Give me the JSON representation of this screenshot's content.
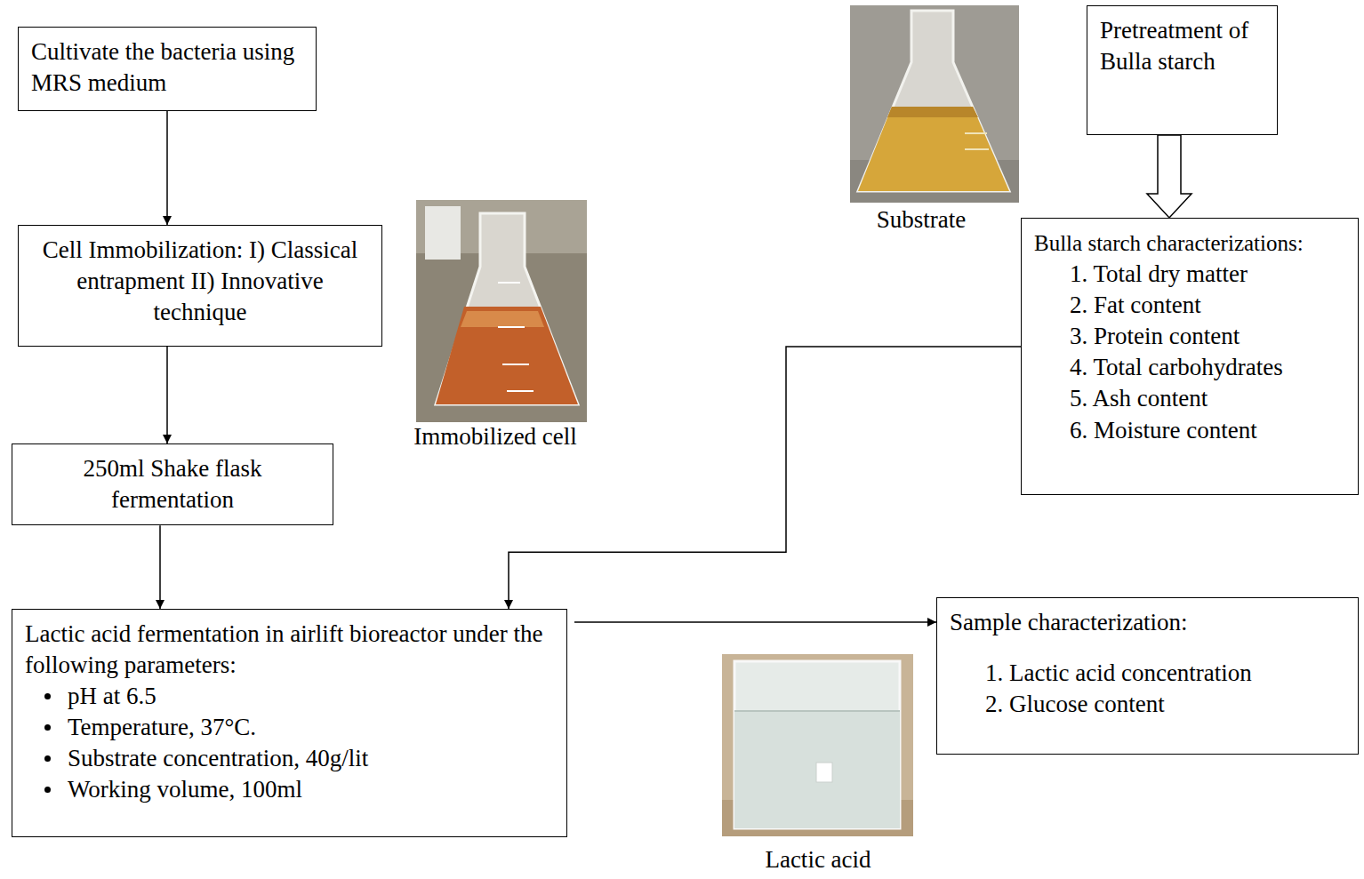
{
  "diagram": {
    "nodes": [
      {
        "text": [
          "Cultivate the bacteria using MRS medium"
        ]
      },
      {
        "text": [
          "Cell Immobilization: I) Classical entrapment II) Innovative technique"
        ]
      },
      {
        "text": [
          "250ml Shake flask fermentation"
        ]
      },
      {
        "text": [
          "Lactic acid fermentation in airlift bioreactor under the following parameters:",
          "pH at 6.5",
          "Temperature, 37°C.",
          "Substrate concentration, 40g/lit",
          "Working volume, 100ml"
        ]
      },
      {
        "text": [
          "Pretreatment of Bulla starch"
        ]
      },
      {
        "text": [
          "Bulla starch characterizations:",
          "1. Total dry matter",
          "2. Fat content",
          "3. Protein content",
          "4. Total carbohydrates",
          "5. Ash content",
          "6. Moisture content"
        ]
      },
      {
        "text": [
          "Sample characterization:",
          "1. Lactic acid concentration",
          "2. Glucose content"
        ]
      }
    ],
    "edges": [
      {
        "from": 0,
        "to": 1,
        "arrow": "to"
      },
      {
        "from": 1,
        "to": 2,
        "arrow": "to"
      },
      {
        "from": 2,
        "to": 3,
        "arrow": "to"
      },
      {
        "from": 4,
        "to": 5,
        "arrow": "to"
      },
      {
        "from": 5,
        "to": 3,
        "arrow": "to"
      },
      {
        "from": 3,
        "to": 6,
        "arrow": "to"
      }
    ],
    "labels": [
      "Immobilized cell",
      "Substrate",
      "Lactic acid"
    ]
  }
}
